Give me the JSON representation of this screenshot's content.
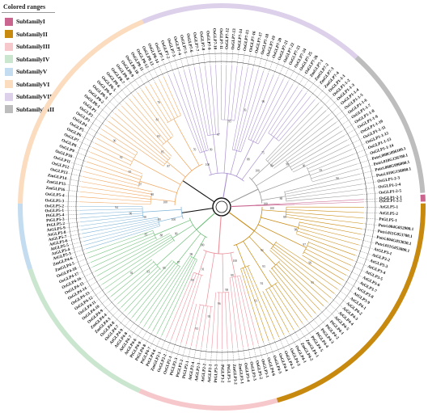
{
  "legend": {
    "title": "Colored ranges",
    "items": [
      {
        "label": "SubfamilyI",
        "color": "#c9658f"
      },
      {
        "label": "SubfamilyII",
        "color": "#c8890f"
      },
      {
        "label": "SubfamilyIII",
        "color": "#f7c8cb"
      },
      {
        "label": "SubfamilyIV",
        "color": "#cbe6cf"
      },
      {
        "label": "SubfamilyV",
        "color": "#c4dcef"
      },
      {
        "label": "SubfamilyVI",
        "color": "#fbdcbf"
      },
      {
        "label": "SubfamilyVII",
        "color": "#dcd0ea"
      },
      {
        "label": "SubfamilyVIII",
        "color": "#bdbdbd"
      }
    ]
  },
  "tree": {
    "subfamilies": [
      {
        "name": "SubfamilyI",
        "start": 86.5,
        "end": 88.5,
        "color": "#c9658f",
        "branch": "#c9658f",
        "leaves": [
          "OsGLP1-2-1",
          "OsGLP1-2-2"
        ],
        "boot": [
          "100"
        ]
      },
      {
        "name": "SubfamilyII",
        "start": 89,
        "end": 164,
        "color": "#c8890f",
        "branch": "#c8890f",
        "leaves": [
          "AtGLP5-1",
          "AtGLP5-2",
          "PtGLP5-1",
          "Potri.004G052900.1",
          "Potri.011G053700.1",
          "Potri.004G053030.1",
          "Potri.011G053800.1",
          "AtGLP3-1",
          "AtGLP3-2",
          "AtGLP3-3",
          "AtGLP3-4",
          "AtGLP3-5",
          "AtGLP3-6",
          "AtGLP3-7",
          "AtGLP3-8",
          "AtGLP3-9",
          "AtGLP4-1",
          "AtGLP4-2",
          "AtGLP4-3",
          "AtGLP4-4",
          "AtGLP4-5",
          "PtGLP4-1",
          "PtGLP4-2",
          "PtGLP4-3",
          "PtGLP4-4",
          "PtGLP4-5",
          "ZmGLP4-1",
          "ZmGLP4-2",
          "OsGLP4-1",
          "OsGLP4-2",
          "OsGLP4-3",
          "OsGLP4-4",
          "OsGLP4-5",
          "OsGLP4-6"
        ],
        "boot": [
          "100",
          "99",
          "98",
          "97",
          "96",
          "95",
          "94",
          "93",
          "92",
          "91"
        ]
      },
      {
        "name": "SubfamilyIII",
        "start": 164,
        "end": 204,
        "color": "#f7c8cb",
        "branch": "#e98f9a",
        "leaves": [
          "OsGLP3-1",
          "OsGLP3-2",
          "OsGLP3-3",
          "OsGLP3-4",
          "ZmGLP3-1",
          "ZmGLP3-2",
          "PtGLP3-1",
          "PtGLP3-2",
          "PtGLP3-3",
          "AtGLP2-1",
          "AtGLP2-2",
          "AtGLP2-3",
          "AtGLP2-4",
          "PtGLP2-1",
          "PtGLP2-2",
          "PtGLP2-3",
          "OsGLP2-1",
          "OsGLP2-2",
          "ZmGLP2-1"
        ],
        "boot": [
          "100",
          "99",
          "98",
          "96",
          "95",
          "93",
          "91",
          "90"
        ]
      },
      {
        "name": "SubfamilyIV",
        "start": 204,
        "end": 252,
        "color": "#cbe6cf",
        "branch": "#6cbf78",
        "leaves": [
          "PtGLP4-6",
          "PtGLP4-7",
          "PtGLP4-8",
          "PtGLP4-9",
          "AtGLP4-6",
          "AtGLP4-7",
          "AtGLP4-8",
          "AtGLP4-9",
          "OsGLP4-7",
          "OsGLP4-8",
          "ZmGLP4-3",
          "ZmGLP4-4",
          "OsGLP4-9",
          "OsGLP4-10",
          "OsGLP4-11",
          "OsGLP4-12",
          "OsGLP4-13",
          "OsGLP4-14",
          "OsGLP4-15",
          "OsGLP4-16",
          "OsGLP4-17",
          "OsGLP4-18",
          "ZmGLP4-5",
          "ZmGLP4-6"
        ],
        "boot": [
          "100",
          "98",
          "97",
          "95",
          "93",
          "92",
          "90",
          "88",
          "85"
        ]
      },
      {
        "name": "SubfamilyV",
        "start": 252,
        "end": 271,
        "color": "#c4dcef",
        "branch": "#7fb4d8",
        "leaves": [
          "AtGLP5-3",
          "AtGLP5-4",
          "AtGLP5-5",
          "AtGLP5-6",
          "AtGLP5-7",
          "AtGLP5-8",
          "AtGLP5-9",
          "PtGLP5-2",
          "PtGLP5-3",
          "PtGLP5-4",
          "OsGLP5-1",
          "OsGLP5-2"
        ],
        "boot": [
          "100",
          "99",
          "98",
          "96",
          "94"
        ]
      },
      {
        "name": "SubfamilyVI",
        "start": 271,
        "end": 337,
        "color": "#fbdcbf",
        "branch": "#f0a55c",
        "leaves": [
          "OsGLP5-3",
          "OsGLP5-4",
          "ZmGLP16",
          "ZmGLP15",
          "ZmGLP14",
          "OsGLP13",
          "OsGLP12",
          "OsGLP11",
          "OsGLP10",
          "OsGLP9",
          "OsGLP8",
          "OsGLP7",
          "OsGLP6",
          "OsGLP5",
          "OsGLP4",
          "OsGLP3",
          "OsGLP2",
          "OsGLP1",
          "OsGLP8-1",
          "OsGLP8-2",
          "OsGLP8-3",
          "OsGLP8-4",
          "OsGLP8-5",
          "OsGLP8-6",
          "OsGLP8-7",
          "OsGLP8-8",
          "OsGLP8-9",
          "OsGLP8-10",
          "OsGLP8-11",
          "OsGLP8-12",
          "OsGLP8-13",
          "OsGLP8-14"
        ],
        "boot": [
          "100",
          "98",
          "97",
          "95",
          "92",
          "90",
          "87",
          "85",
          "83",
          "81",
          "76",
          "70"
        ]
      },
      {
        "name": "SubfamilyVII",
        "start": 337,
        "end": 402,
        "color": "#dcd0ea",
        "branch": "#a991d0",
        "leaves": [
          "OsGLP7-1",
          "OsGLP7-2",
          "OsGLP7-3",
          "OsGLP7-4",
          "OsGLP7-5",
          "OsGLP7-6",
          "OsGLP7-7",
          "OsGLP7-8",
          "OsGLP7-9",
          "OsGLP7-10",
          "OsGLP7-11",
          "OsGLP7-12",
          "OsGLP7-13",
          "OsGLP7-14",
          "OsGLP7-15",
          "OsGLP7-16",
          "OsGLP7-17",
          "OsGLP7-18",
          "OsGLP7-19",
          "OsGLP7-20",
          "OsGLP7-21",
          "OsGLP7-22",
          "OsGLP7-23",
          "OsGLP7-24",
          "OsGLP7-25",
          "OsGLP7-26",
          "ZmGLP7-1",
          "ZmGLP7-2",
          "ZmGLP7-3",
          "ZmGLP7-4"
        ],
        "boot": [
          "100",
          "99",
          "97",
          "95",
          "93",
          "90",
          "88",
          "75"
        ]
      },
      {
        "name": "SubfamilyVIII",
        "start": 402,
        "end": 446,
        "color": "#bdbdbd",
        "branch": "#9a9a9a",
        "leaves": [
          "OsGLP1-1-1",
          "OsGLP1-1-2",
          "OsGLP1-1-3",
          "OsGLP1-1-4",
          "OsGLP1-1-5",
          "OsGLP1-1-6",
          "OsGLP1-1-7",
          "OsGLP1-1-8",
          "OsGLP1-1-9",
          "OsGLP1-1-10",
          "OsGLP1-1-11",
          "OsGLP1-1-12",
          "OsGLP1-1-13",
          "OsGLP1-1-14",
          "Potri.008G096100.1",
          "Potri.010G156700.1",
          "Potri.008G096000.1",
          "Potri.010G156800.1",
          "OsGLP1-2-3",
          "OsGLP1-2-4",
          "OsGLP1-2-5"
        ],
        "boot": [
          "100",
          "99",
          "98",
          "96",
          "93",
          "90",
          "88"
        ]
      }
    ]
  }
}
